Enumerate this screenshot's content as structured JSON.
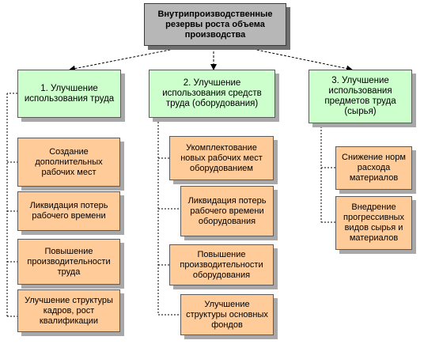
{
  "root": {
    "label": "Внутрипроизводственные резервы роста объема производства"
  },
  "categories": [
    {
      "label": "1. Улучшение использования труда",
      "items": [
        "Создание дополнительных рабочих мест",
        "Ликвидация потерь рабочего времени",
        "Повышение производительности труда",
        "Улучшение структуры кадров, рост квалификации"
      ]
    },
    {
      "label": "2. Улучшение использования средств труда (оборудования)",
      "items": [
        "Укомплектование новых рабочих мест оборудованием",
        "Ликвидация потерь рабочего времени оборудования",
        "Повышение производительности оборудования",
        "Улучшение структуры основных фондов"
      ]
    },
    {
      "label": "3. Улучшение использования предметов труда (сырья)",
      "items": [
        "Снижение норм расхода материалов",
        "Внедрение прогрессивных видов сырья и материалов"
      ]
    }
  ],
  "colors": {
    "root": "#b7b7b7",
    "category": "#ccffcc",
    "leaf": "#ffcc99",
    "connector": "#000000"
  }
}
